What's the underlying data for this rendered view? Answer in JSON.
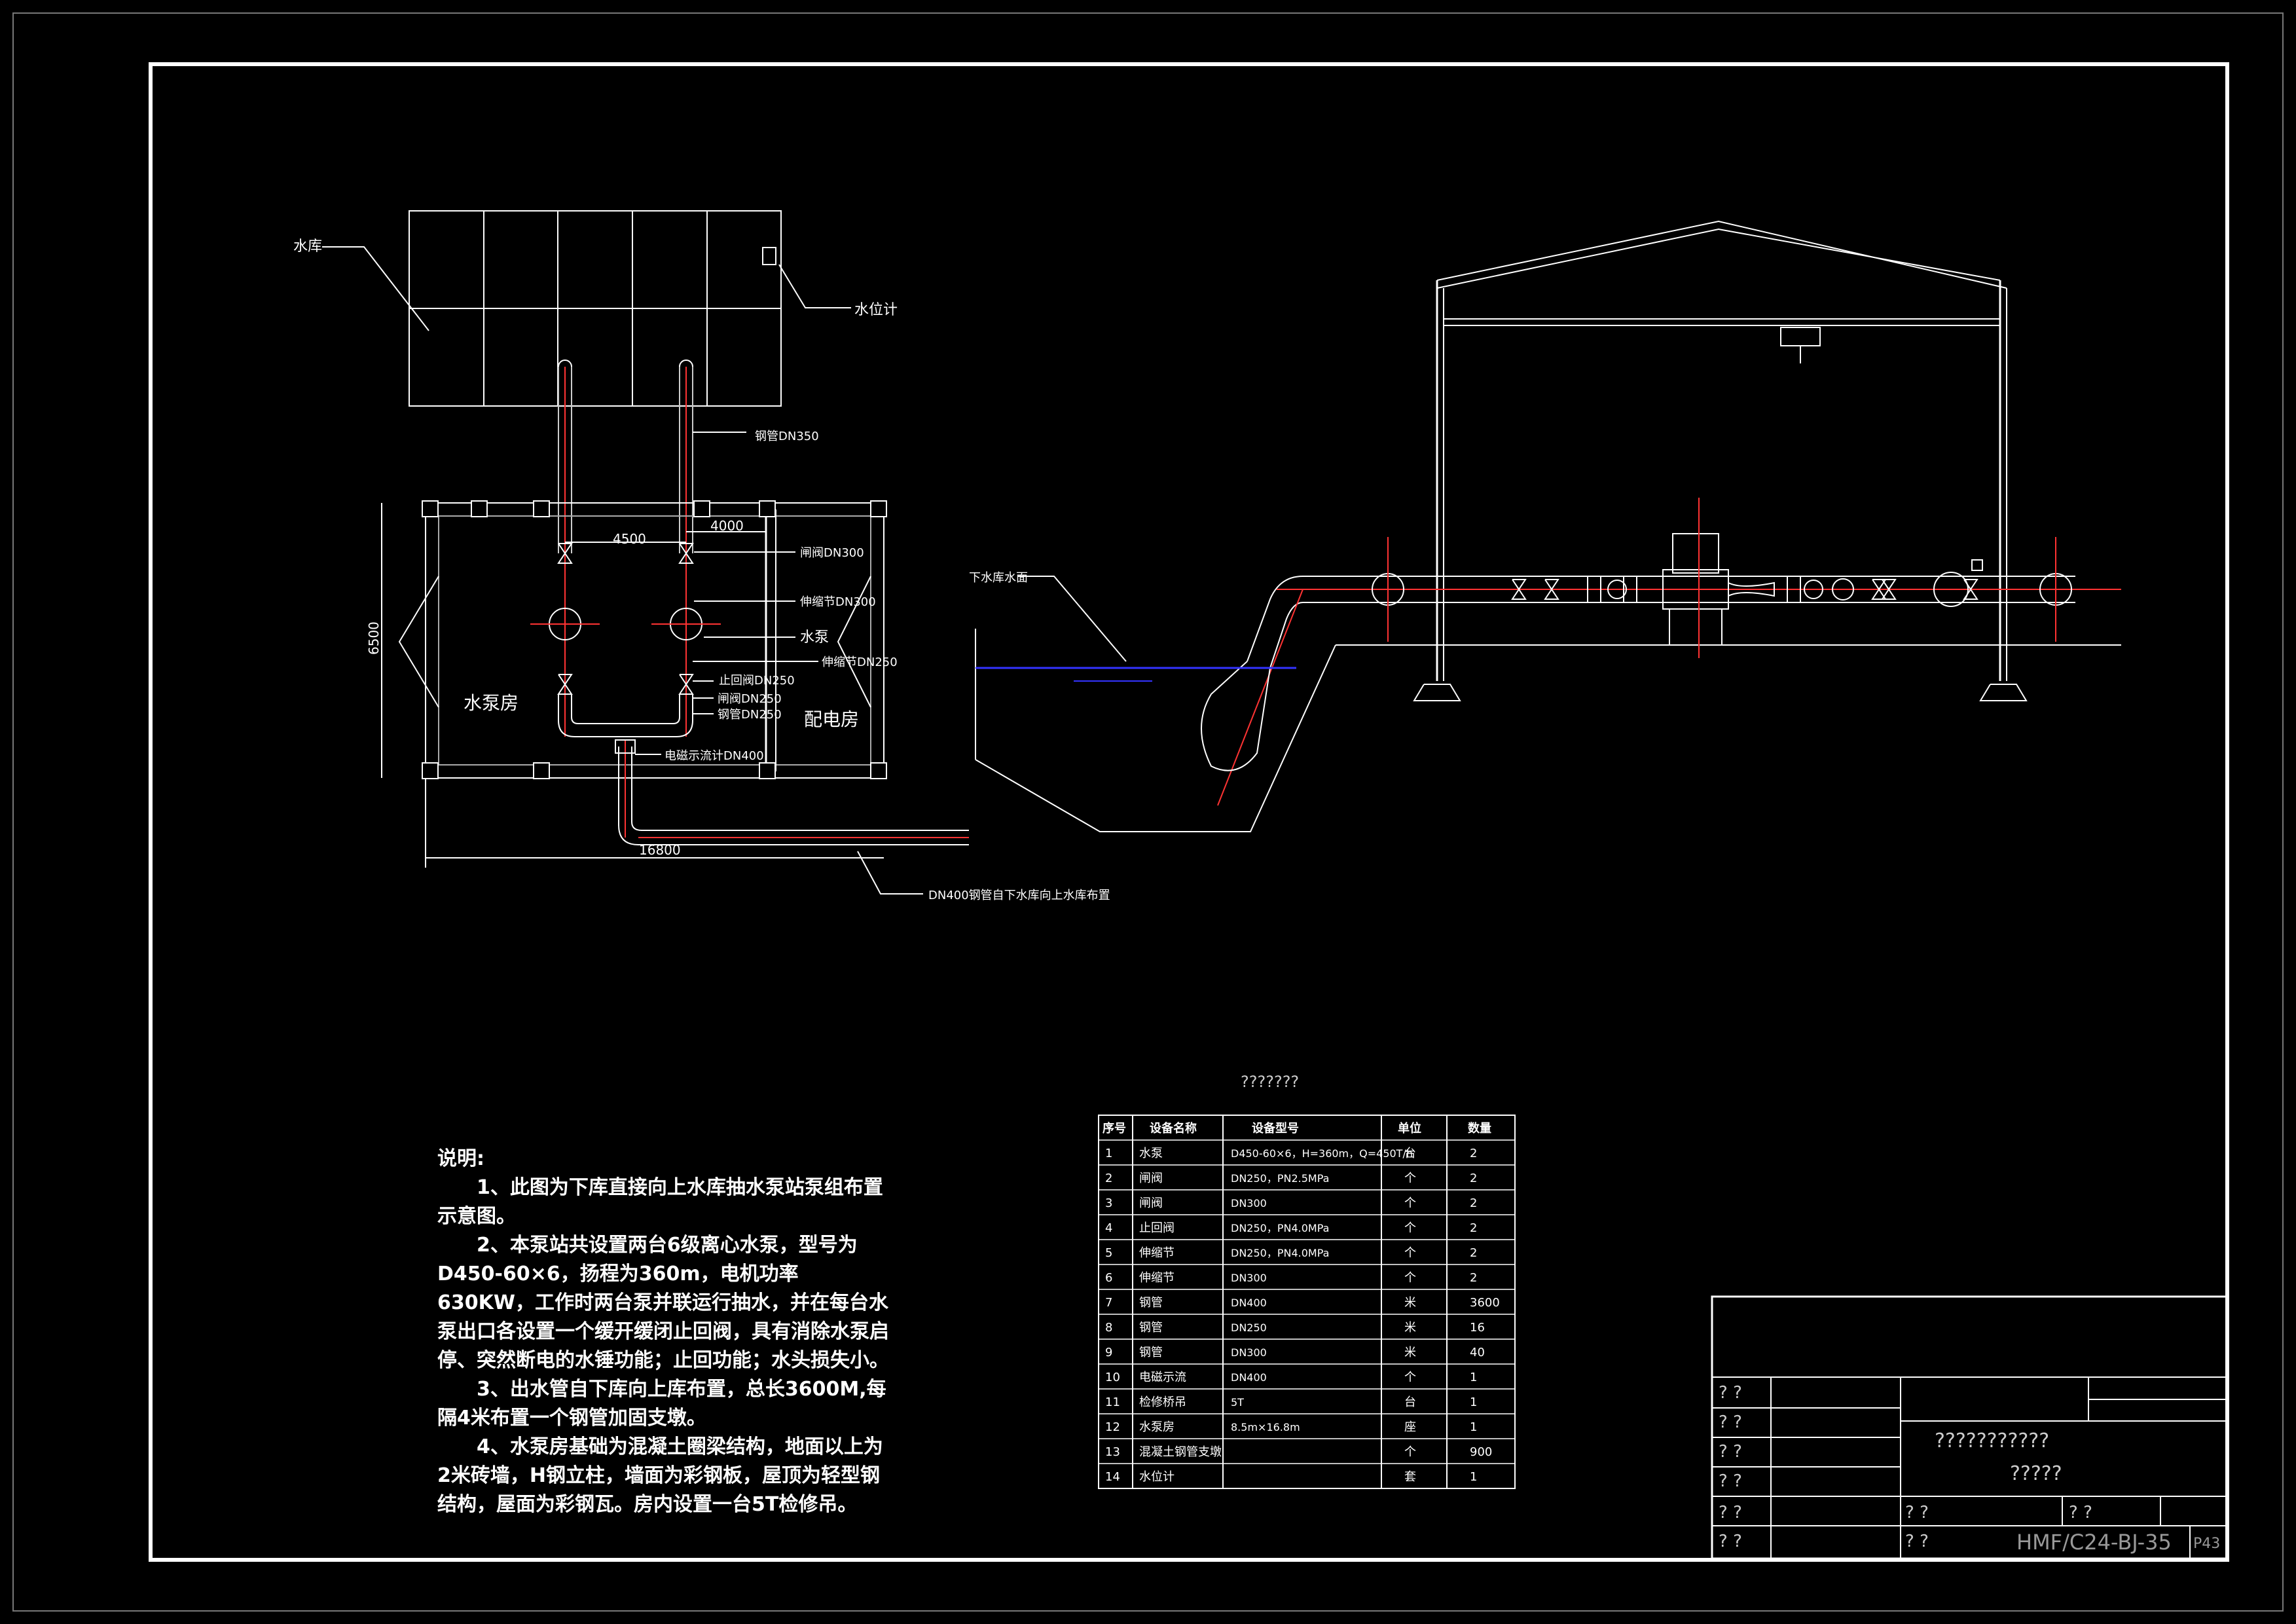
{
  "labels": {
    "reservoir": "水库",
    "level_gauge": "水位计",
    "steel_pipe_dn350": "钢管DN350",
    "dim_4500": "4500",
    "dim_4000": "4000",
    "gate_dn300": "闸阀DN300",
    "expansion_dn300": "伸缩节DN300",
    "pump": "水泵",
    "expansion_dn250": "伸缩节DN250",
    "check_dn250": "止回阀DN250",
    "gate_dn250": "闸阀DN250",
    "steel_dn250": "钢管DN250",
    "flowmeter_dn400": "电磁示流计DN400",
    "dim_6500": "6500",
    "dim_16800": "16800",
    "pump_room": "水泵房",
    "power_room": "配电房",
    "dn400_note": "DN400钢管自下水库向上水库布置",
    "lower_water_level": "下水库水面"
  },
  "notes": {
    "heading": "说明:",
    "n1": "1、此图为下库直接向上水库抽水泵站泵组布置示意图。",
    "n2": "2、本泵站共设置两台6级离心水泵，型号为D450-60×6，扬程为360m，电机功率630KW，工作时两台泵并联运行抽水，并在每台水泵出口各设置一个缓开缓闭止回阀，具有消除水泵启停、突然断电的水锤功能；止回功能；水头损失小。",
    "n3": "3、出水管自下库向上库布置，总长3600M,每隔4米布置一个钢管加固支墩。",
    "n4": "4、水泵房基础为混凝土圈梁结构，地面以上为2米砖墙，H钢立柱，墙面为彩钢板，屋顶为轻型钢结构，屋面为彩钢瓦。房内设置一台5T检修吊。"
  },
  "table": {
    "title": "???????",
    "headers": [
      "序号",
      "设备名称",
      "设备型号",
      "单位",
      "数量"
    ],
    "rows": [
      [
        "1",
        "水泵",
        "D450-60×6，H=360m，Q=450T/h",
        "台",
        "2"
      ],
      [
        "2",
        "闸阀",
        "DN250，PN2.5MPa",
        "个",
        "2"
      ],
      [
        "3",
        "闸阀",
        "DN300",
        "个",
        "2"
      ],
      [
        "4",
        "止回阀",
        "DN250，PN4.0MPa",
        "个",
        "2"
      ],
      [
        "5",
        "伸缩节",
        "DN250，PN4.0MPa",
        "个",
        "2"
      ],
      [
        "6",
        "伸缩节",
        "DN300",
        "个",
        "2"
      ],
      [
        "7",
        "钢管",
        "DN400",
        "米",
        "3600"
      ],
      [
        "8",
        "钢管",
        "DN250",
        "米",
        "16"
      ],
      [
        "9",
        "钢管",
        "DN300",
        "米",
        "40"
      ],
      [
        "10",
        "电磁示流",
        "DN400",
        "个",
        "1"
      ],
      [
        "11",
        "检修桥吊",
        "5T",
        "台",
        "1"
      ],
      [
        "12",
        "水泵房",
        "8.5m×16.8m",
        "座",
        "1"
      ],
      [
        "13",
        "混凝土钢管支墩",
        "",
        "个",
        "900"
      ],
      [
        "14",
        "水位计",
        "",
        "套",
        "1"
      ]
    ]
  },
  "title_block": {
    "q": "? ?",
    "name1": "???????????",
    "name2": "?????",
    "drawing_no": "HMF/C24-BJ-35",
    "page": "P43"
  }
}
